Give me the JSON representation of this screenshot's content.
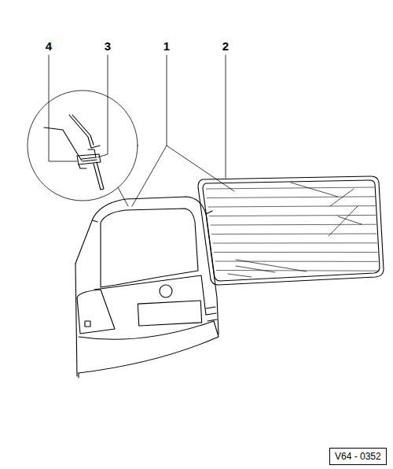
{
  "diagram": {
    "nodes": [
      {
        "text": [
          "V64 - 0352"
        ]
      }
    ],
    "labels": [
      "4",
      "3",
      "1",
      "2"
    ]
  }
}
